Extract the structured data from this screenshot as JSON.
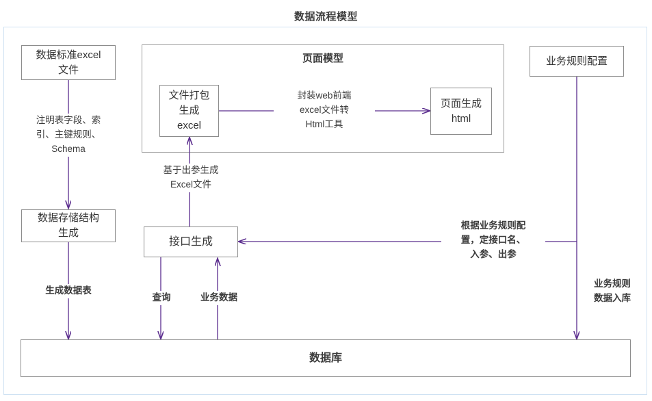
{
  "diagram": {
    "title": "数据流程模型",
    "accent_line_color": "#5b2d8e",
    "node_border_color": "#8c8c8c",
    "frame_color": "#cfe2f3",
    "background": "#ffffff"
  },
  "groups": [
    {
      "id": "page-model",
      "title": "页面模型"
    }
  ],
  "nodes": [
    {
      "id": "data-standard-excel",
      "lines": [
        "数据标准excel",
        "文件"
      ]
    },
    {
      "id": "data-storage-structure",
      "lines": [
        "数据存储结构",
        "生成"
      ]
    },
    {
      "id": "file-package-excel",
      "lines": [
        "文件打包",
        "生成",
        "excel"
      ]
    },
    {
      "id": "page-generate-html",
      "lines": [
        "页面生成",
        "html"
      ]
    },
    {
      "id": "interface-generate",
      "lines": [
        "接口生成"
      ]
    },
    {
      "id": "business-rule-config",
      "lines": [
        "业务规则配置"
      ]
    },
    {
      "id": "database",
      "lines": [
        "数据库"
      ]
    }
  ],
  "edge_labels": [
    {
      "id": "schema-note",
      "lines": [
        "注明表字段、索",
        "引、主键规则、",
        "Schema"
      ],
      "bold": false
    },
    {
      "id": "generate-data-table",
      "lines": [
        "生成数据表"
      ],
      "bold": true
    },
    {
      "id": "based-on-output-excel",
      "lines": [
        "基于出参生成",
        "Excel文件"
      ],
      "bold": false
    },
    {
      "id": "wrap-web-frontend-tool",
      "lines": [
        "封装web前端",
        "excel文件转",
        "Html工具"
      ],
      "bold": false
    },
    {
      "id": "query",
      "lines": [
        "查询"
      ],
      "bold": true
    },
    {
      "id": "business-data",
      "lines": [
        "业务数据"
      ],
      "bold": true
    },
    {
      "id": "by-business-rule-config",
      "lines": [
        "根据业务规则配",
        "置，定接口名、",
        "入参、出参"
      ],
      "bold": true
    },
    {
      "id": "business-rule-data-into-db",
      "lines": [
        "业务规则",
        "数据入库"
      ],
      "bold": true
    }
  ]
}
